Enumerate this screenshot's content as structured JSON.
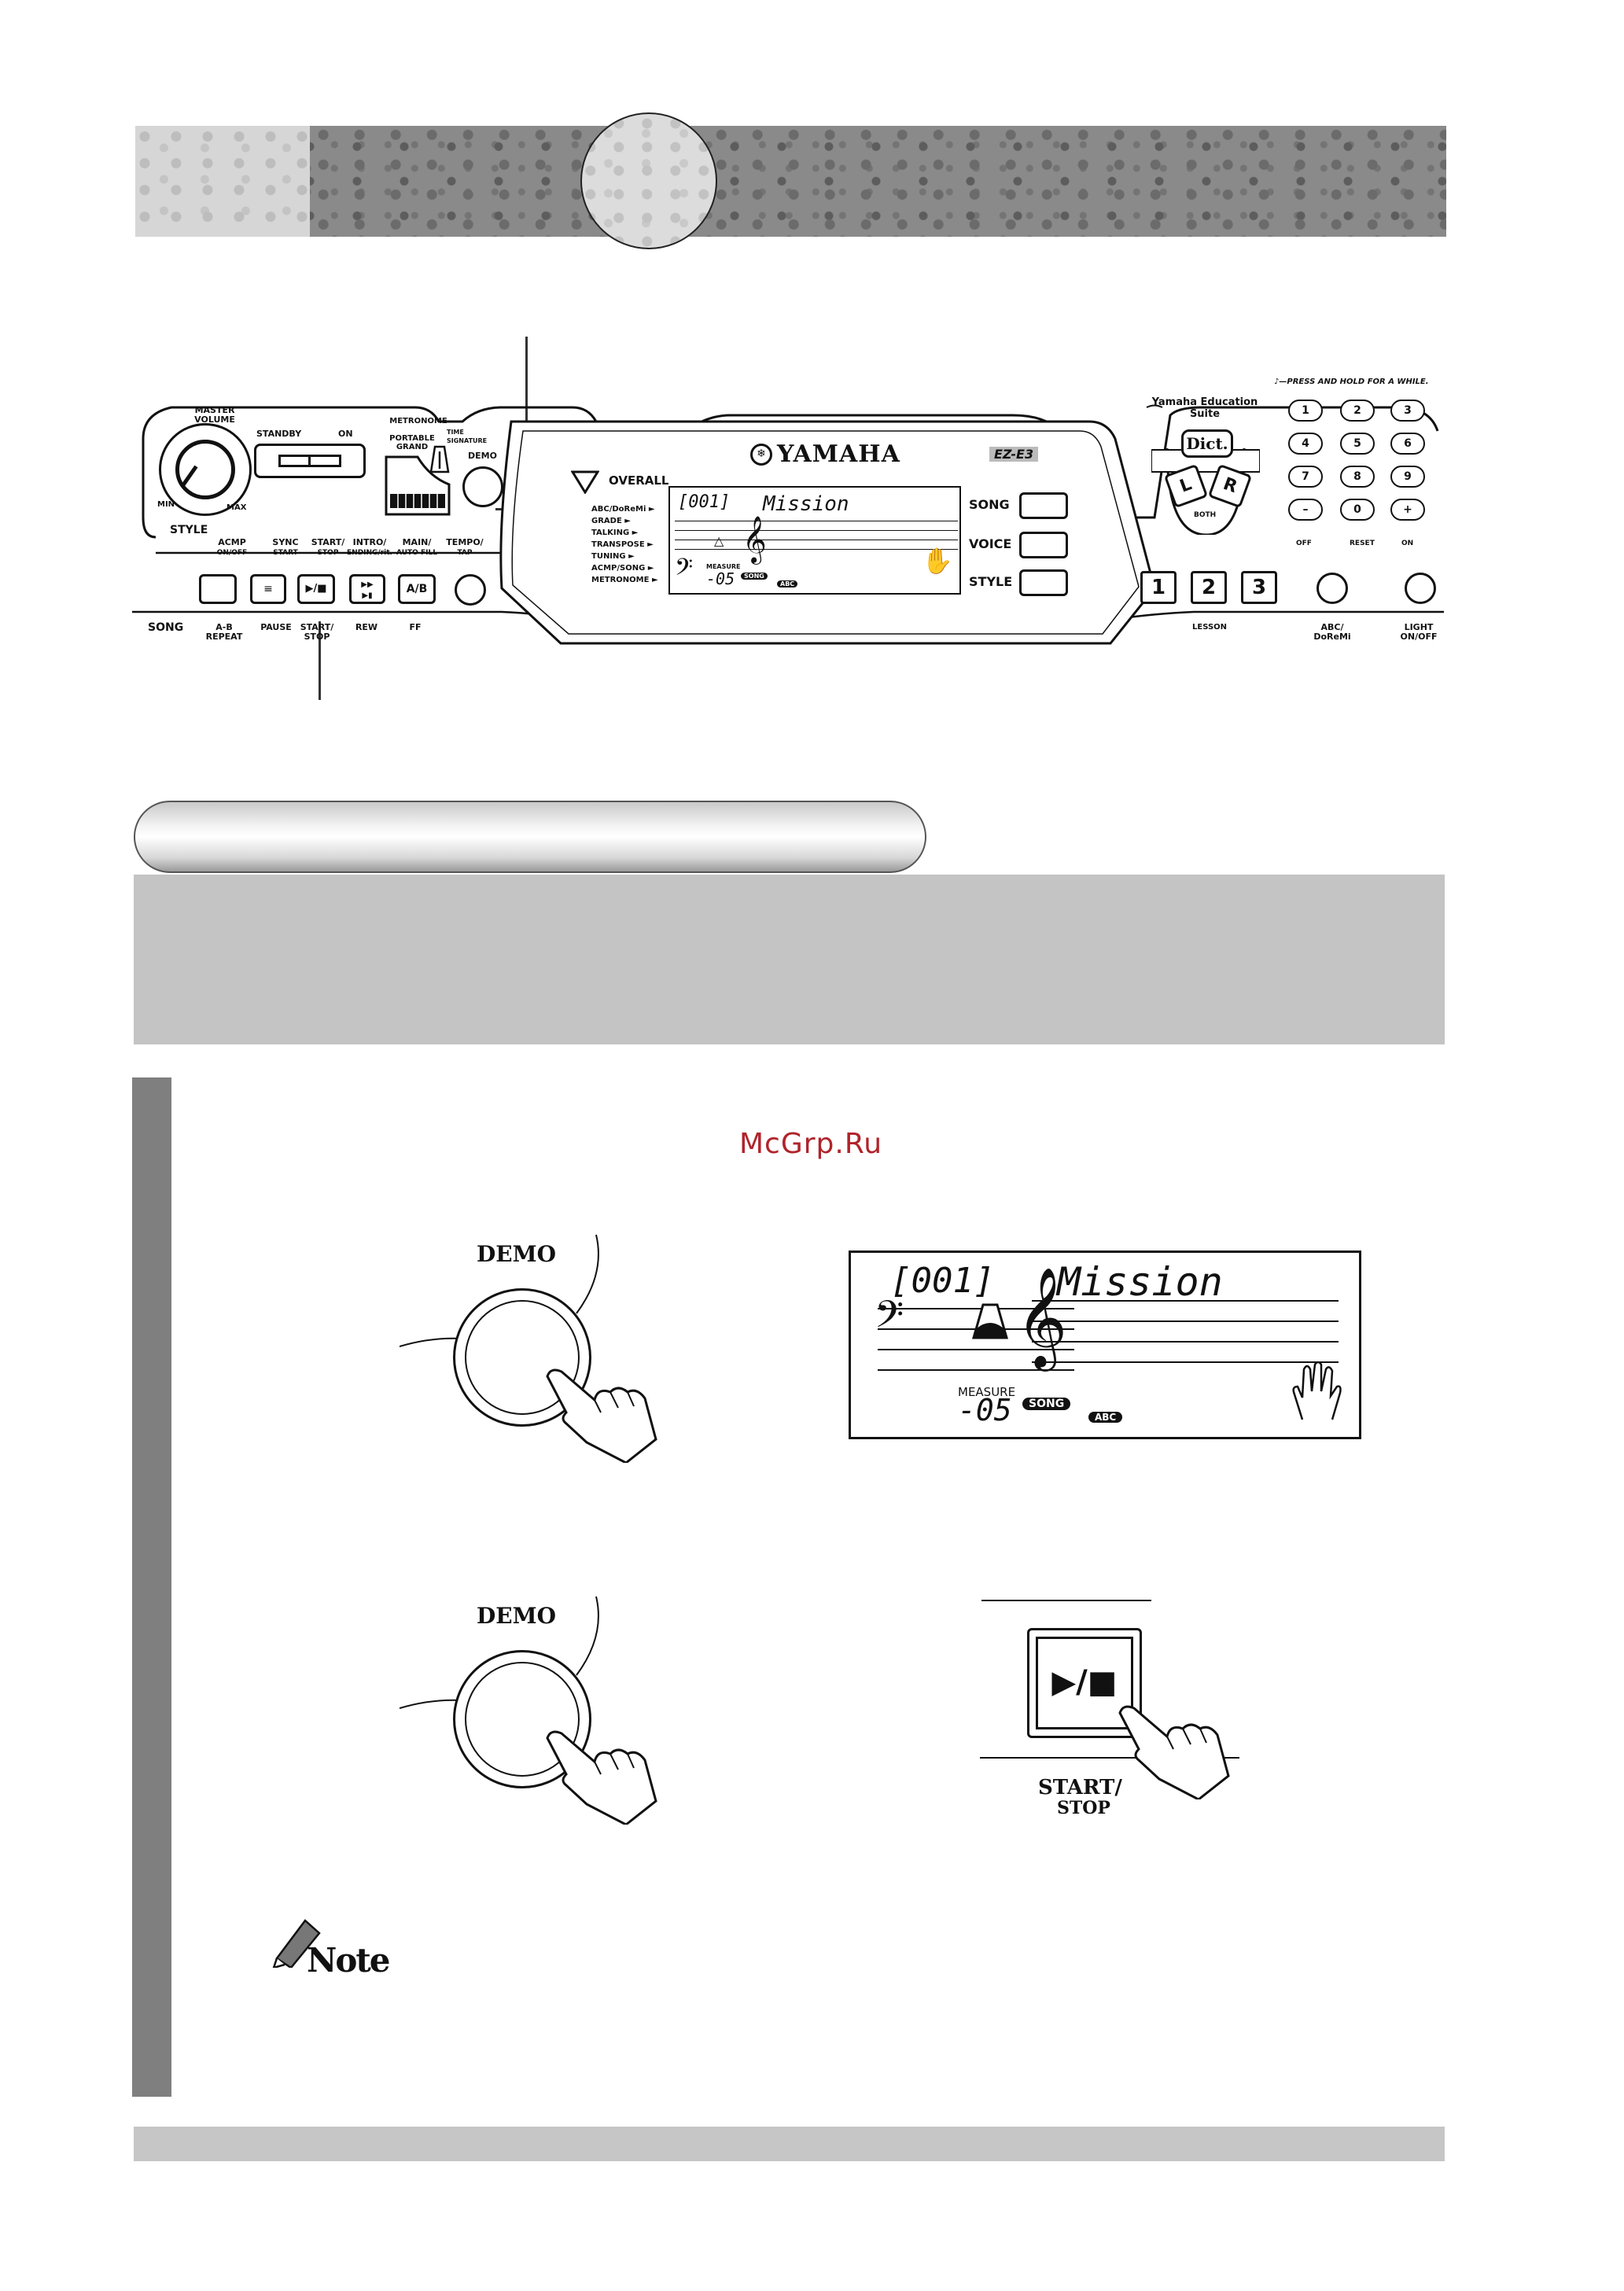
{
  "panel": {
    "master_volume_label": "MASTER VOLUME",
    "volume_min": "MIN",
    "volume_max": "MAX",
    "standby_label": "STANDBY",
    "on_label": "ON",
    "metronome_label": "METRONOME",
    "time_signature_label": "TIME SIGNATURE",
    "portable_grand_label": "PORTABLE GRAND",
    "demo_label": "DEMO",
    "style_label": "STYLE",
    "song_label": "SONG",
    "style_buttons": [
      {
        "top": "ACMP",
        "sub": "ON/OFF",
        "bottom": "A-B REPEAT"
      },
      {
        "top": "SYNC",
        "sub": "START",
        "bottom": "PAUSE"
      },
      {
        "top": "START/",
        "sub": "STOP",
        "bottom": "START/ STOP"
      },
      {
        "top": "INTRO/",
        "sub": "ENDING/rit.",
        "bottom": "REW"
      },
      {
        "top": "MAIN/",
        "sub": "AUTO FILL",
        "bottom": "FF"
      },
      {
        "top": "TEMPO/",
        "sub": "TAP",
        "bottom": ""
      }
    ],
    "ab_label": "A/B",
    "play_stop_label": "▶/■",
    "overall_label": "OVERALL",
    "overall_items": [
      "ABC/DoReMi",
      "GRADE",
      "TALKING",
      "TRANSPOSE",
      "TUNING",
      "ACMP/SONG",
      "METRONOME"
    ],
    "brand": "YAMAHA",
    "model_logo": "EZ-E3",
    "mode_buttons": [
      "SONG",
      "VOICE",
      "STYLE"
    ],
    "lcd": {
      "number": "001",
      "name": "Mission",
      "measure_label": "MEASURE",
      "measure_value": "-05",
      "song_badge": "SONG",
      "abc_badge": "ABC"
    },
    "press_hold_note": "PRESS AND HOLD FOR A WHILE.",
    "education_suite": "Yamaha Education Suite",
    "dict_label": "Dict.",
    "left_label": "L",
    "right_label": "R",
    "both_label": "BOTH",
    "numpad": [
      "1",
      "2",
      "3",
      "4",
      "5",
      "6",
      "7",
      "8",
      "9",
      "–",
      "0",
      "+"
    ],
    "off_label": "OFF",
    "reset_label": "RESET",
    "numpad_on_label": "ON",
    "lesson_keys": [
      "1",
      "2",
      "3"
    ],
    "lesson_label": "LESSON",
    "abc_doremi_label": "ABC/ DoReMi",
    "light_label": "LIGHT ON/OFF"
  },
  "watermark": "McGrp.Ru",
  "step1": {
    "demo_label": "DEMO",
    "lcd": {
      "number": "001",
      "name": "Mission",
      "measure_label": "MEASURE",
      "measure_value": "-05",
      "song_badge": "SONG",
      "abc_badge": "ABC"
    }
  },
  "step2": {
    "demo_label": "DEMO",
    "play_stop_label": "▶/■",
    "start_stop_label": "START/",
    "stop_label": "STOP"
  },
  "note_label": "Note"
}
